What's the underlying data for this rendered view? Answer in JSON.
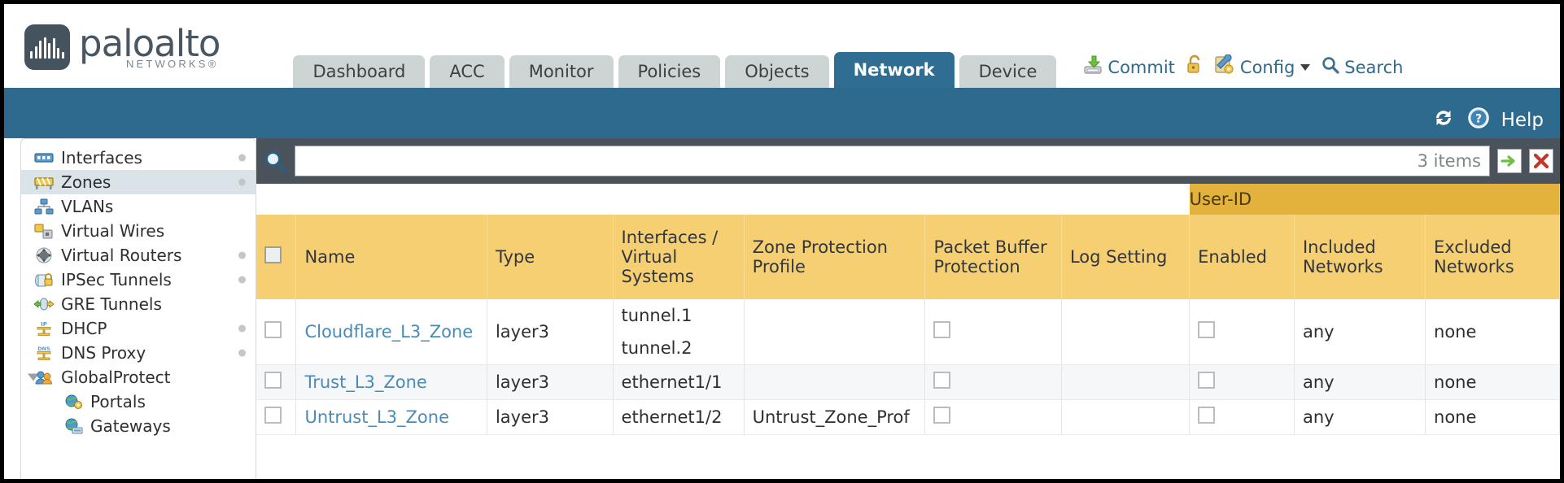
{
  "brand": {
    "name": "paloalto",
    "sub": "NETWORKS",
    "reg": "®"
  },
  "nav": {
    "tabs": [
      {
        "label": "Dashboard",
        "active": false
      },
      {
        "label": "ACC",
        "active": false
      },
      {
        "label": "Monitor",
        "active": false
      },
      {
        "label": "Policies",
        "active": false
      },
      {
        "label": "Objects",
        "active": false
      },
      {
        "label": "Network",
        "active": true
      },
      {
        "label": "Device",
        "active": false
      }
    ]
  },
  "utils": {
    "commit": "Commit",
    "config": "Config",
    "search": "Search",
    "lock_icon": "unlock-padlock-icon",
    "commit_icon": "commit-download-icon",
    "config_icon": "config-wrench-icon",
    "search_icon": "search-magnifier-icon"
  },
  "blueband": {
    "refresh_icon": "refresh-icon",
    "help_icon": "help-question-icon",
    "help": "Help"
  },
  "sidebar": {
    "items": [
      {
        "label": "Interfaces",
        "icon": "interfaces-icon",
        "selected": false,
        "dot": true,
        "child": false,
        "tri": false
      },
      {
        "label": "Zones",
        "icon": "zones-icon",
        "selected": true,
        "dot": true,
        "child": false,
        "tri": false
      },
      {
        "label": "VLANs",
        "icon": "vlans-icon",
        "selected": false,
        "dot": false,
        "child": false,
        "tri": false
      },
      {
        "label": "Virtual Wires",
        "icon": "virtual-wires-icon",
        "selected": false,
        "dot": false,
        "child": false,
        "tri": false
      },
      {
        "label": "Virtual Routers",
        "icon": "virtual-routers-icon",
        "selected": false,
        "dot": true,
        "child": false,
        "tri": false
      },
      {
        "label": "IPSec Tunnels",
        "icon": "ipsec-tunnels-icon",
        "selected": false,
        "dot": true,
        "child": false,
        "tri": false
      },
      {
        "label": "GRE Tunnels",
        "icon": "gre-tunnels-icon",
        "selected": false,
        "dot": false,
        "child": false,
        "tri": false
      },
      {
        "label": "DHCP",
        "icon": "dhcp-icon",
        "selected": false,
        "dot": true,
        "child": false,
        "tri": false
      },
      {
        "label": "DNS Proxy",
        "icon": "dns-proxy-icon",
        "selected": false,
        "dot": true,
        "child": false,
        "tri": false
      },
      {
        "label": "GlobalProtect",
        "icon": "globalprotect-icon",
        "selected": false,
        "dot": false,
        "child": false,
        "tri": true
      },
      {
        "label": "Portals",
        "icon": "portals-icon",
        "selected": false,
        "dot": false,
        "child": true,
        "tri": false
      },
      {
        "label": "Gateways",
        "icon": "gateways-icon",
        "selected": false,
        "dot": false,
        "child": true,
        "tri": false
      }
    ]
  },
  "toolbar": {
    "search_placeholder": "",
    "search_value": "",
    "items_count": "3 items",
    "apply_icon": "green-arrow-apply-icon",
    "clear_icon": "red-x-clear-icon",
    "magnifier_icon": "search-magnifier-icon"
  },
  "table": {
    "group_header": {
      "label": "User-ID",
      "span": 3
    },
    "columns": [
      "Name",
      "Type",
      "Interfaces / Virtual Systems",
      "Zone Protection Profile",
      "Packet Buffer Protection",
      "Log Setting",
      "Enabled",
      "Included Networks",
      "Excluded Networks"
    ],
    "rows": [
      {
        "name": "Cloudflare_L3_Zone",
        "type": "layer3",
        "interfaces": [
          "tunnel.1",
          "tunnel.2"
        ],
        "zone_protection_profile": "",
        "packet_buffer_protection": false,
        "log_setting": "",
        "user_id_enabled": false,
        "included_networks": "any",
        "excluded_networks": "none"
      },
      {
        "name": "Trust_L3_Zone",
        "type": "layer3",
        "interfaces": [
          "ethernet1/1"
        ],
        "zone_protection_profile": "",
        "packet_buffer_protection": false,
        "log_setting": "",
        "user_id_enabled": false,
        "included_networks": "any",
        "excluded_networks": "none"
      },
      {
        "name": "Untrust_L3_Zone",
        "type": "layer3",
        "interfaces": [
          "ethernet1/2"
        ],
        "zone_protection_profile": "Untrust_Zone_Prof",
        "packet_buffer_protection": false,
        "log_setting": "",
        "user_id_enabled": false,
        "included_networks": "any",
        "excluded_networks": "none"
      }
    ]
  },
  "colors": {
    "brand_blue": "#2e6a8e",
    "tab_inactive": "#ccd4d4",
    "header_gold": "#f5cf72",
    "group_gold": "#e3b23c",
    "toolbar_slate": "#4a535c",
    "link_blue": "#4a8bb5",
    "sidebar_selected": "#d9e3e8"
  }
}
